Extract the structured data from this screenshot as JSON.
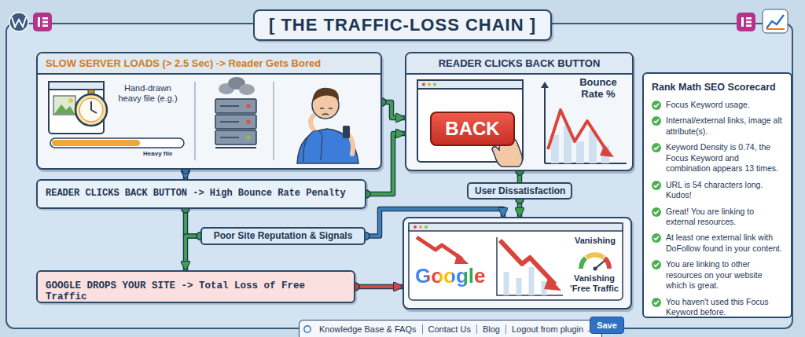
{
  "diagram": {
    "title": "[ THE TRAFFIC-LOSS CHAIN ]",
    "nodes": [
      {
        "text": [
          "SLOW SERVER LOADS (> 2.5 Sec) -> Reader Gets Bored",
          "Hand-drawn heavy file (e.g.)",
          "Heavy file"
        ]
      },
      {
        "text": [
          "READER CLICKS BACK BUTTON",
          "Bounce Rate %"
        ]
      },
      {
        "text": [
          "BACK"
        ],
        "in": 1
      },
      {
        "text": [
          "READER CLICKS BACK BUTTON -> High Bounce Rate Penalty"
        ]
      },
      {
        "text": [
          "User Dissatisfaction"
        ]
      },
      {
        "text": [
          "Poor Site Reputation & Signals"
        ]
      },
      {
        "text": [
          "GOOGLE DROPS YOUR SITE -> Total Loss of Free Traffic"
        ]
      },
      {
        "text": [
          "Google",
          "Vanishing",
          "Vanishing 'Free Traffic"
        ]
      },
      {
        "text": [
          "Rank Math SEO Scorecard",
          "Focus Keyword usage.",
          "Internal/external links, image alt attribute(s).",
          "Keyword Density is 0.74, the Focus Keyword and combination appears 13 times.",
          "URL is 54 characters long. Kudos!",
          "Great! You are linking to external resources.",
          "At least one external link with DoFollow found in your content.",
          "You are linking to other resources on your website which is great.",
          "You haven't used this Focus Keyword before."
        ]
      },
      {
        "text": [
          "Knowledge Base & FAQs",
          "Contact Us",
          "Blog",
          "Logout from plugin →"
        ]
      },
      {
        "text": [
          "Save"
        ]
      }
    ],
    "edges": [
      {
        "from": 0,
        "to": 3,
        "arrow": "to"
      },
      {
        "from": 0,
        "to": 1,
        "arrow": "to"
      },
      {
        "from": 3,
        "to": 1,
        "arrow": "to"
      },
      {
        "from": 1,
        "to": 4,
        "arrow": "none"
      },
      {
        "from": 4,
        "to": 7,
        "arrow": "to"
      },
      {
        "from": 3,
        "to": 5,
        "arrow": "none"
      },
      {
        "from": 5,
        "to": 6,
        "arrow": "to"
      },
      {
        "from": 5,
        "to": 7,
        "arrow": "to"
      },
      {
        "from": 6,
        "to": 7,
        "arrow": "to"
      }
    ]
  }
}
